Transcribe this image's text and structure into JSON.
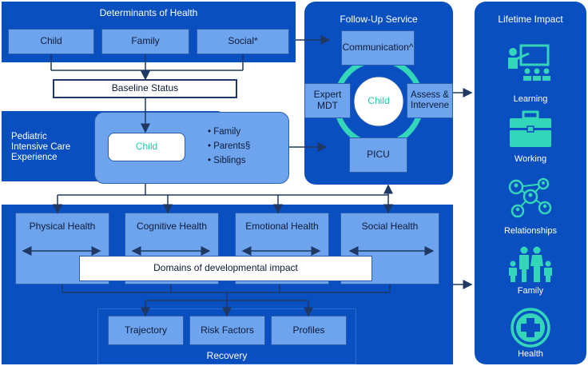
{
  "determinants": {
    "title": "Determinants of Health",
    "child": "Child",
    "family": "Family",
    "social": "Social*"
  },
  "baseline": "Baseline Status",
  "picu": {
    "title": "Pediatric Intensive Care Experience",
    "child": "Child",
    "bullets": [
      "Family",
      "Parents§",
      "Siblings"
    ]
  },
  "followup": {
    "title": "Follow-Up Service",
    "communication": "Communication^",
    "expert": "Expert MDT",
    "assess": "Assess & Intervene",
    "picu": "PICU",
    "child": "Child"
  },
  "domains": {
    "physical": "Physical Health",
    "cognitive": "Cognitive Health",
    "emotional": "Emotional Health",
    "social": "Social Health",
    "label": "Domains of developmental impact"
  },
  "recovery": {
    "title": "Recovery",
    "trajectory": "Trajectory",
    "risk": "Risk Factors",
    "profiles": "Profiles"
  },
  "lifetime": {
    "title": "Lifetime Impact",
    "items": [
      "Learning",
      "Working",
      "Relationships",
      "Family",
      "Health"
    ]
  },
  "colors": {
    "dark_blue": "#0a4fc0",
    "mid_blue": "#6ea4ee",
    "teal": "#33d6b8",
    "arrow": "#1f3864"
  }
}
